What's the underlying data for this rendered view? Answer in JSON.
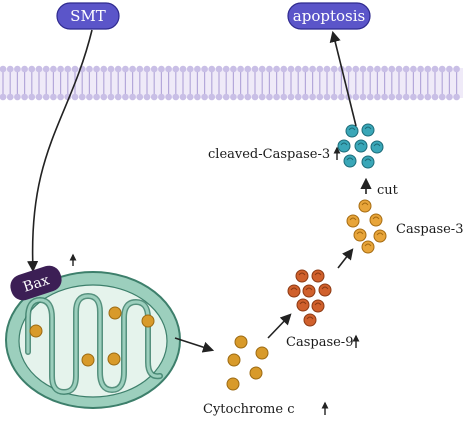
{
  "labels": {
    "smt": "SMT",
    "apoptosis": "apoptosis",
    "bax": "Bax",
    "cleaved_caspase3": "cleaved-Caspase-3",
    "cut": "cut",
    "caspase3": "Caspase-3",
    "caspase9": "Caspase-9",
    "cytochrome_c": "Cytochrome c"
  },
  "colors": {
    "pill": "#5b55c9",
    "pill_border": "#2f2a8f",
    "membrane_head": "#c9bfe6",
    "membrane_tail": "#b4a8da",
    "bax": "#3c1f55",
    "mito_outer": "#9ccfbd",
    "mito_inner": "#e5f3ec",
    "mito_stroke": "#3d7f6b",
    "cytochrome": "#d89a2a",
    "caspase9": "#d0602c",
    "caspase3": "#e8a53a",
    "cleaved": "#3aa7b8"
  },
  "icons": {
    "up_arrow": "up-arrow-icon"
  }
}
